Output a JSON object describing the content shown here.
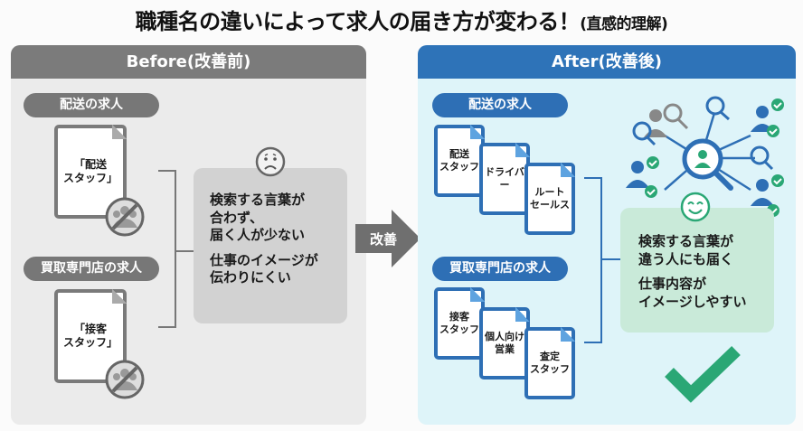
{
  "title": {
    "main": "職種名の違いによって求人の届き方が変わる！",
    "sub": "(直感的理解)"
  },
  "before": {
    "header": "Before(改善前)",
    "groups": [
      {
        "label": "配送の求人",
        "doc": "「配送\nスタッフ」"
      },
      {
        "label": "買取専門店の求人",
        "doc": "「接客\nスタッフ」"
      }
    ],
    "result_lines": [
      "検索する言葉が\n合わず、\n届く人が少ない",
      "仕事のイメージが\n伝わりにくい"
    ],
    "face_icon": "sad-face-icon",
    "color": "#7b7b7b"
  },
  "transition": {
    "label": "改善"
  },
  "after": {
    "header": "After(改善後)",
    "groups": [
      {
        "label": "配送の求人",
        "docs": [
          "配送\nスタッフ",
          "ドライバー",
          "ルート\nセールス"
        ]
      },
      {
        "label": "買取専門店の求人",
        "docs": [
          "接客\nスタッフ",
          "個人向け\n営業",
          "査定\nスタッフ"
        ]
      }
    ],
    "result_lines": [
      "検索する言葉が\n違う人にも届く",
      "仕事内容が\nイメージしやすい"
    ],
    "face_icon": "smile-face-icon",
    "color": "#2e73b8",
    "accent": "#2aa775"
  }
}
